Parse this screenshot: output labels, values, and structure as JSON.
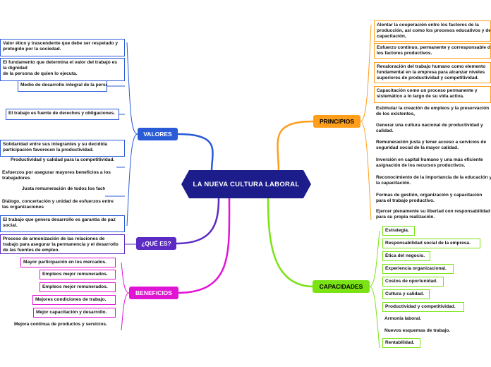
{
  "center": {
    "label": "LA NUEVA CULTURA LABORAL"
  },
  "colors": {
    "center": "#1c1c8a",
    "valores": "#2a5bd7",
    "que": "#5b2bc4",
    "beneficios": "#e214d4",
    "principios": "#ff9e1a",
    "capacidades": "#7be313"
  },
  "valores": {
    "label": "VALORES",
    "items": [
      "Valor ético y trascendente que debe ser respetado y\nprotegido por la sociedad.",
      "El fundamento que determina el valor del trabajo es\nla dignidad\nde la persona de quien lo ejecuta.",
      "Medio de desarrollo integral de la persona.",
      "El trabajo es fuente de derechos y obligaciones.",
      "Solidaridad entre sus integrantes y su decidida\nparticipación favorecen la productividad.",
      "Productividad y calidad para la competitividad.",
      "Esfuerzos por asegurar mayores beneficios a los\ntrabajadores",
      "Justa remuneración de todos los factores",
      "Diálogo, concertación y unidad de esfuerzos entre\nlas organizaciones",
      "El trabajo que genera desarrollo es garantía de paz\nsocial."
    ]
  },
  "que_es": {
    "label": "¿QUÉ ES?",
    "items": [
      "Proceso de armonización de las relaciones de\ntrabajo para asegurar la permanencia y el desarrollo\nde las fuentes de empleo."
    ]
  },
  "beneficios": {
    "label": "BENEFICIOS",
    "items": [
      "Mayor participación en los mercados.",
      "Empleos mejor remunerados.",
      "Empleos mejor remunerados.",
      "Mejores condiciones de trabajo.",
      "Mejor capacitación y desarrollo.",
      "Mejora continua de productos y servicios."
    ]
  },
  "principios": {
    "label": "PRINCIPIOS",
    "items": [
      "Alentar la cooperación entre los factores de la\nproducción, así como los procesos educativos y de\ncapacitación,",
      "Esfuerzo continuo, permanente y corresponsable de\nlos factores productivos.",
      "Revaloración del trabajo humano como elemento\nfundamental en la empresa para alcanzar niveles\nsuperiores de productividad y competitividad.",
      "Capacitación como un proceso permanente y\nsistemático a lo largo de su vida activa.",
      "Estimular la creación de empleos y la preservación\nde los existentes,",
      "Generar una cultura nacional de productividad y\ncalidad.",
      "Remuneración justa y tener acceso a servicios de\nseguridad social de la mayor calidad.",
      "Inversión en capital humano y una más eficiente\nasignación de los recursos productivos.",
      "Reconocimiento de la importancia de la educación y\nla capacitación.",
      "Formas de gestión, organización y capacitación\npara el trabajo productivo.",
      "Ejercer plenamente su libertad con responsabilidad\npara su propia realización."
    ]
  },
  "capacidades": {
    "label": "CAPACIDADES",
    "items": [
      "Estrategia.",
      "Responsabilidad social de la empresa.",
      "Ética del negocio.",
      "Experiencia organizacional.",
      "Costos de oportunidad.",
      "Cultura y calidad.",
      "Productividad y competitividad.",
      "Armonía laboral.",
      "Nuevos esquemas de trabajo.",
      "Rentabilidad."
    ]
  }
}
